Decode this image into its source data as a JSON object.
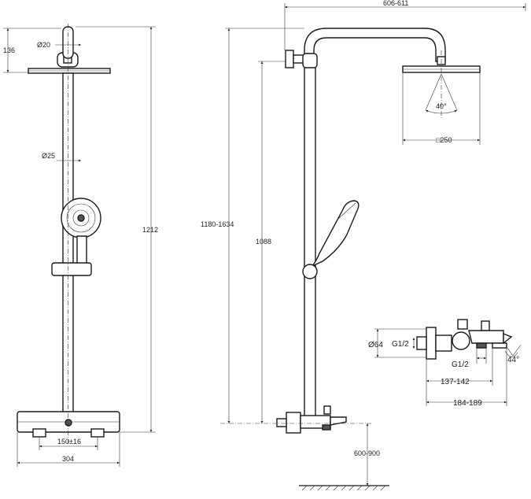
{
  "front_view": {
    "dims": {
      "head_height": "136",
      "pipe_dia_top": "Ø20",
      "pipe_dia_mid": "Ø25",
      "total_height": "1212",
      "inlet_spacing": "150±16",
      "mixer_width": "304"
    }
  },
  "side_view": {
    "dims": {
      "arm_reach": "606-611",
      "spray_angle": "40°",
      "head_size": "□250",
      "adjustable_height": "1180-1634",
      "rail_height": "1088",
      "floor_clearance": "600-900"
    }
  },
  "detail_view": {
    "dims": {
      "escutcheon_dia": "Ø64",
      "thread_inlet": "G1/2",
      "thread_outlet": "G1/2",
      "spout_angle": "44°",
      "depth_short": "137-142",
      "depth_long": "184-189"
    }
  },
  "colors": {
    "line": "#1a1a1a",
    "background": "#ffffff"
  }
}
